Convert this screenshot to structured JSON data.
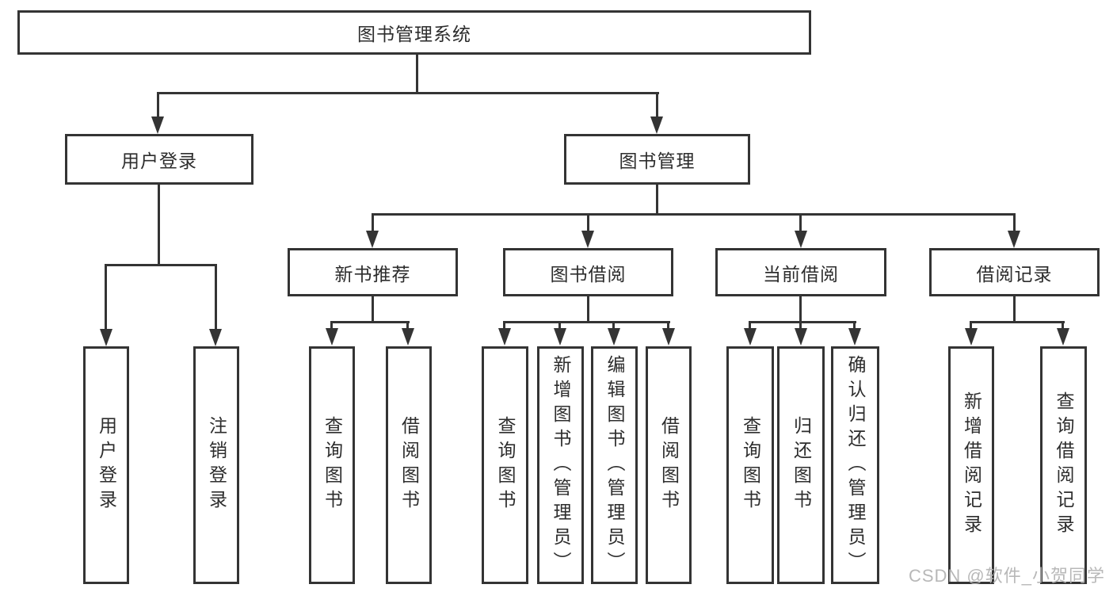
{
  "diagram": {
    "root": {
      "label": "图书管理系统",
      "children": [
        {
          "label": "用户登录",
          "children": [
            {
              "label": "用户登录"
            },
            {
              "label": "注销登录"
            }
          ]
        },
        {
          "label": "图书管理",
          "children": [
            {
              "label": "新书推荐",
              "children": [
                {
                  "label": "查询图书"
                },
                {
                  "label": "借阅图书"
                }
              ]
            },
            {
              "label": "图书借阅",
              "children": [
                {
                  "label": "查询图书"
                },
                {
                  "label": "新增图书（管理员）"
                },
                {
                  "label": "编辑图书（管理员）"
                },
                {
                  "label": "借阅图书"
                }
              ]
            },
            {
              "label": "当前借阅",
              "children": [
                {
                  "label": "查询图书"
                },
                {
                  "label": "归还图书"
                },
                {
                  "label": "确认归还（管理员）"
                }
              ]
            },
            {
              "label": "借阅记录",
              "children": [
                {
                  "label": "新增借阅记录"
                },
                {
                  "label": "查询借阅记录"
                }
              ]
            }
          ]
        }
      ]
    }
  },
  "watermark": {
    "text": "CSDN @软件_小贺同学"
  },
  "colors": {
    "line": "#343434",
    "text": "#2d2d2d",
    "watermark": "#b2b2b2"
  }
}
